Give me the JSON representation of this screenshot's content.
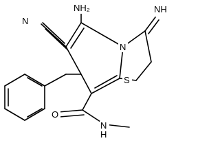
{
  "structure": {
    "atom_labels": {
      "amino": "NH₂",
      "imine": "NH",
      "ring_nitrogen": "N",
      "ring_sulfur": "S",
      "nitrile_nitrogen": "N",
      "carbonyl_oxygen": "O",
      "amide_nitrogen": "N",
      "amide_hydrogen": "H"
    }
  }
}
